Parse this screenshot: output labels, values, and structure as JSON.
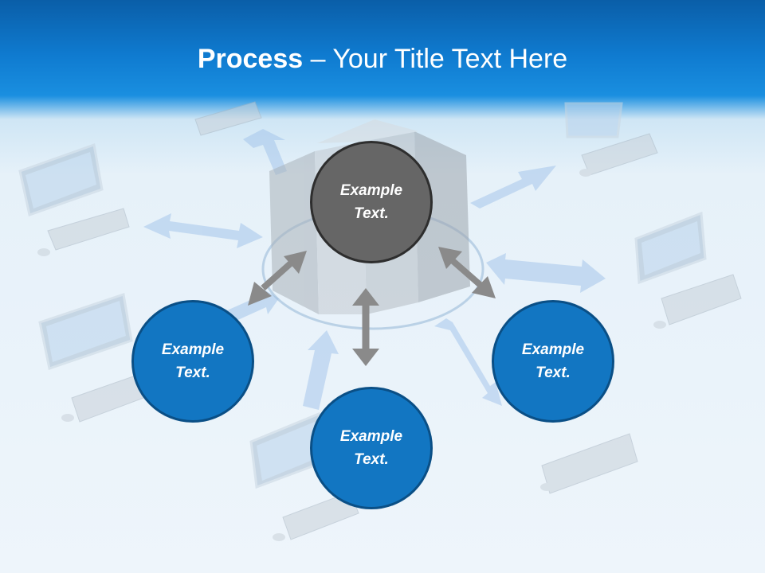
{
  "slide": {
    "title_bold": "Process",
    "title_rest": " – Your Title Text Here"
  },
  "nodes": {
    "center": "Example\nText.",
    "left": "Example\nText.",
    "bottom": "Example\nText.",
    "right": "Example\nText."
  },
  "colors": {
    "header_blue": "#0f7bd0",
    "node_blue": "#1276c2",
    "node_gray": "#666666",
    "arrow_gray": "#8a8a8a"
  }
}
